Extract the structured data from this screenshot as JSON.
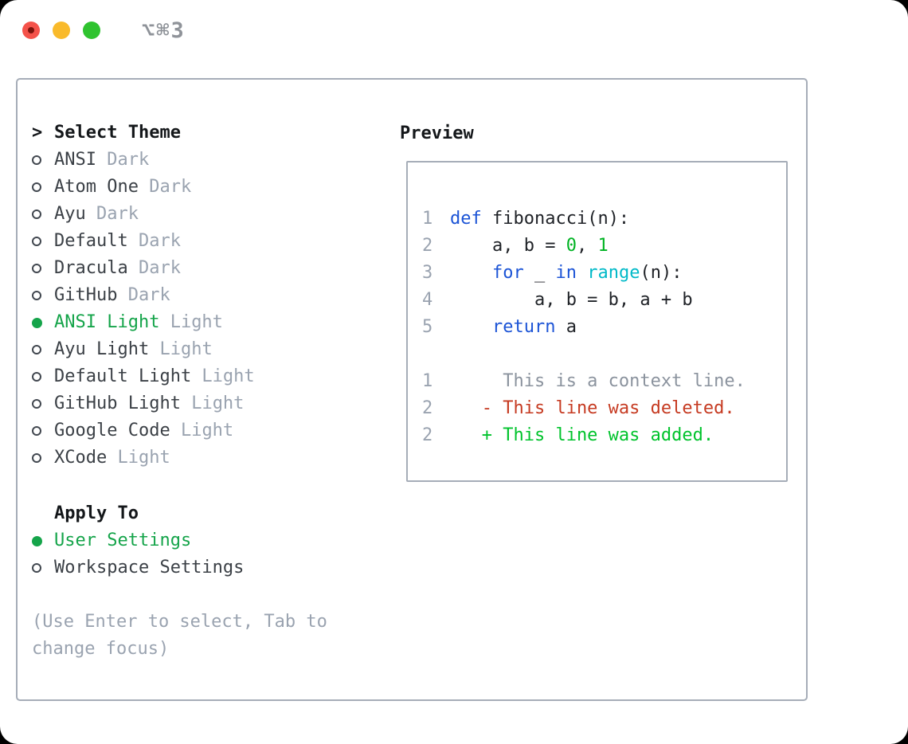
{
  "titlebar": {
    "shortcut": "⌥⌘3",
    "buttons": [
      "close",
      "minimize",
      "zoom"
    ]
  },
  "colors": {
    "accent_green": "#15a44a",
    "keyword": "#1c54d6",
    "builtin": "#00b9c8",
    "literal": "#00b323",
    "added": "#00c32c",
    "deleted": "#c63b22",
    "context": "#8b939e",
    "fg": "#1f2227",
    "lnum": "#9aa3b0",
    "muted": "#9aa3b0",
    "panel_border": "#a6adb8"
  },
  "sidebar": {
    "prompt": ">",
    "title": "Select Theme",
    "themes": [
      {
        "name": "ANSI",
        "tag": "Dark",
        "selected": false
      },
      {
        "name": "Atom One",
        "tag": "Dark",
        "selected": false
      },
      {
        "name": "Ayu",
        "tag": "Dark",
        "selected": false
      },
      {
        "name": "Default",
        "tag": "Dark",
        "selected": false
      },
      {
        "name": "Dracula",
        "tag": "Dark",
        "selected": false
      },
      {
        "name": "GitHub",
        "tag": "Dark",
        "selected": false
      },
      {
        "name": "ANSI Light",
        "tag": "Light",
        "selected": true
      },
      {
        "name": "Ayu Light",
        "tag": "Light",
        "selected": false
      },
      {
        "name": "Default Light",
        "tag": "Light",
        "selected": false
      },
      {
        "name": "GitHub Light",
        "tag": "Light",
        "selected": false
      },
      {
        "name": "Google Code",
        "tag": "Light",
        "selected": false
      },
      {
        "name": "XCode",
        "tag": "Light",
        "selected": false
      }
    ],
    "apply_to": {
      "title": "Apply To",
      "options": [
        {
          "name": "User Settings",
          "selected": true
        },
        {
          "name": "Workspace Settings",
          "selected": false
        }
      ]
    },
    "help_text": "(Use Enter to select, Tab to change focus)"
  },
  "preview": {
    "title": "Preview",
    "code_lines": [
      {
        "num": "1",
        "segments": [
          {
            "c": "keyword",
            "t": "def"
          },
          {
            "c": "fg",
            "t": " fibonacci(n):"
          }
        ]
      },
      {
        "num": "2",
        "segments": [
          {
            "c": "fg",
            "t": "    a, b = "
          },
          {
            "c": "literal",
            "t": "0"
          },
          {
            "c": "fg",
            "t": ", "
          },
          {
            "c": "literal",
            "t": "1"
          }
        ]
      },
      {
        "num": "3",
        "segments": [
          {
            "c": "fg",
            "t": "    "
          },
          {
            "c": "keyword",
            "t": "for"
          },
          {
            "c": "fg",
            "t": " _ "
          },
          {
            "c": "keyword",
            "t": "in"
          },
          {
            "c": "fg",
            "t": " "
          },
          {
            "c": "builtin",
            "t": "range"
          },
          {
            "c": "fg",
            "t": "(n):"
          }
        ]
      },
      {
        "num": "4",
        "segments": [
          {
            "c": "fg",
            "t": "        a, b = b, a + b"
          }
        ]
      },
      {
        "num": "5",
        "segments": [
          {
            "c": "fg",
            "t": "    "
          },
          {
            "c": "keyword",
            "t": "return"
          },
          {
            "c": "fg",
            "t": " a"
          }
        ]
      },
      {
        "num": "",
        "segments": []
      },
      {
        "num": "1",
        "segments": [
          {
            "c": "context",
            "t": "     This is a context line."
          }
        ]
      },
      {
        "num": "2",
        "segments": [
          {
            "c": "deleted",
            "t": "   - This line was deleted."
          }
        ]
      },
      {
        "num": "2",
        "segments": [
          {
            "c": "added",
            "t": "   + This line was added."
          }
        ]
      }
    ]
  }
}
